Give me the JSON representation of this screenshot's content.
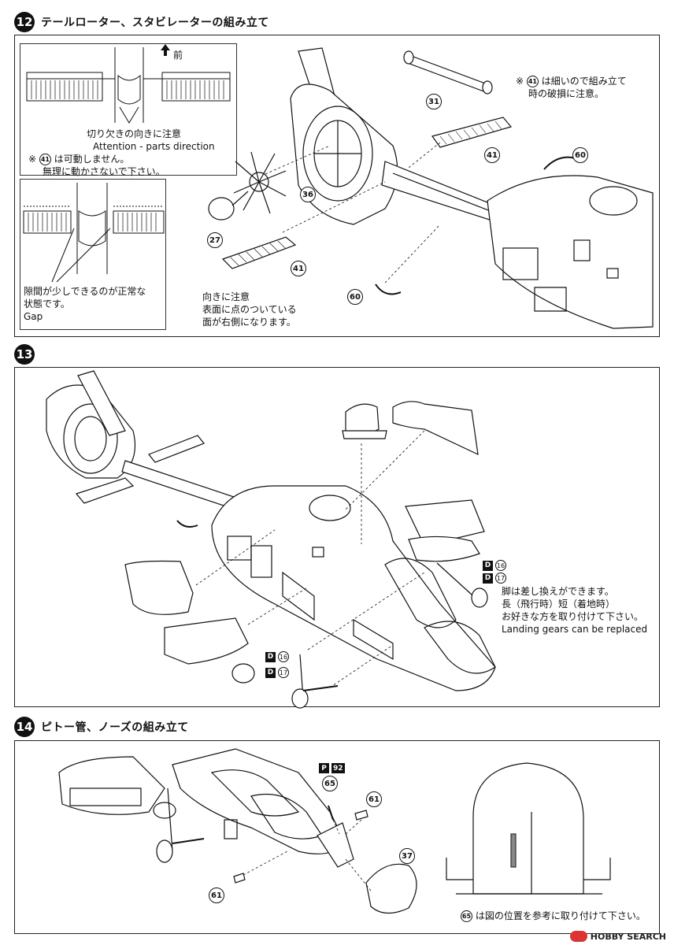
{
  "step12": {
    "num": "12",
    "title": "テールローター、スタビレーターの組み立て",
    "inset1": {
      "front": "前",
      "note_ja": "切り欠きの向きに注意",
      "note_en": "Attention - parts direction",
      "note2_mark": "※",
      "note2_part": "41",
      "note2_line1": "は可動しません。",
      "note2_line2": "無理に動かさないで下さい。"
    },
    "inset2": {
      "note_line1": "隙間が少しできるのが正常な",
      "note_line2": "状態です。",
      "note_en": "Gap"
    },
    "top_note": {
      "mark": "※",
      "part": "41",
      "line1": "は細いので組み立て",
      "line2": "時の破損に注意。"
    },
    "direction_note": {
      "line1": "向きに注意",
      "line2": "表面に点のついている",
      "line3": "面が右側になります。"
    },
    "callouts": [
      "31",
      "41",
      "60",
      "36",
      "27",
      "41",
      "60"
    ]
  },
  "step13": {
    "num": "13",
    "tags": [
      {
        "letter": "D",
        "num": "16"
      },
      {
        "letter": "D",
        "num": "17"
      },
      {
        "letter": "D",
        "num": "16"
      },
      {
        "letter": "D",
        "num": "17"
      }
    ],
    "note": {
      "line1": "脚は差し換えができます。",
      "line2": "長（飛行時）短（着地時）",
      "line3": "お好きな方を取り付けて下さい。",
      "line4": "Landing gears can be replaced"
    }
  },
  "step14": {
    "num": "14",
    "title": "ピトー管、ノーズの組み立て",
    "tag": {
      "letter": "P",
      "num": "92"
    },
    "callouts": [
      "65",
      "61",
      "37",
      "61"
    ],
    "bottom_note": {
      "part": "65",
      "text": "は図の位置を参考に取り付けて下さい。"
    }
  },
  "watermark": {
    "text": "HOBBY SEARCH"
  }
}
